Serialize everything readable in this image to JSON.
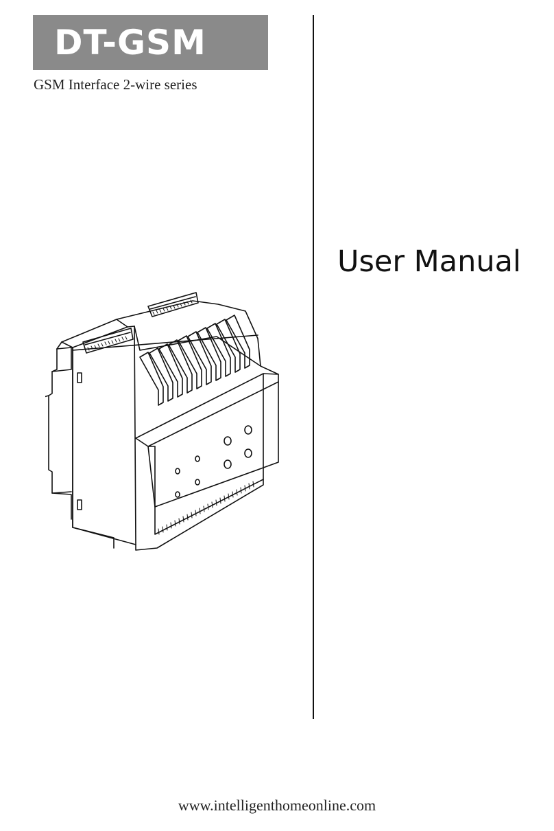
{
  "header": {
    "model": "DT-GSM",
    "subtitle": "GSM Interface 2-wire series"
  },
  "main": {
    "title": "User Manual",
    "illustration": "dt-gsm-device-drawing"
  },
  "footer": {
    "website": "www.intelligenthomeonline.com"
  },
  "colors": {
    "title_box": "#8a8a8a",
    "title_text": "#ffffff",
    "text": "#111111"
  }
}
